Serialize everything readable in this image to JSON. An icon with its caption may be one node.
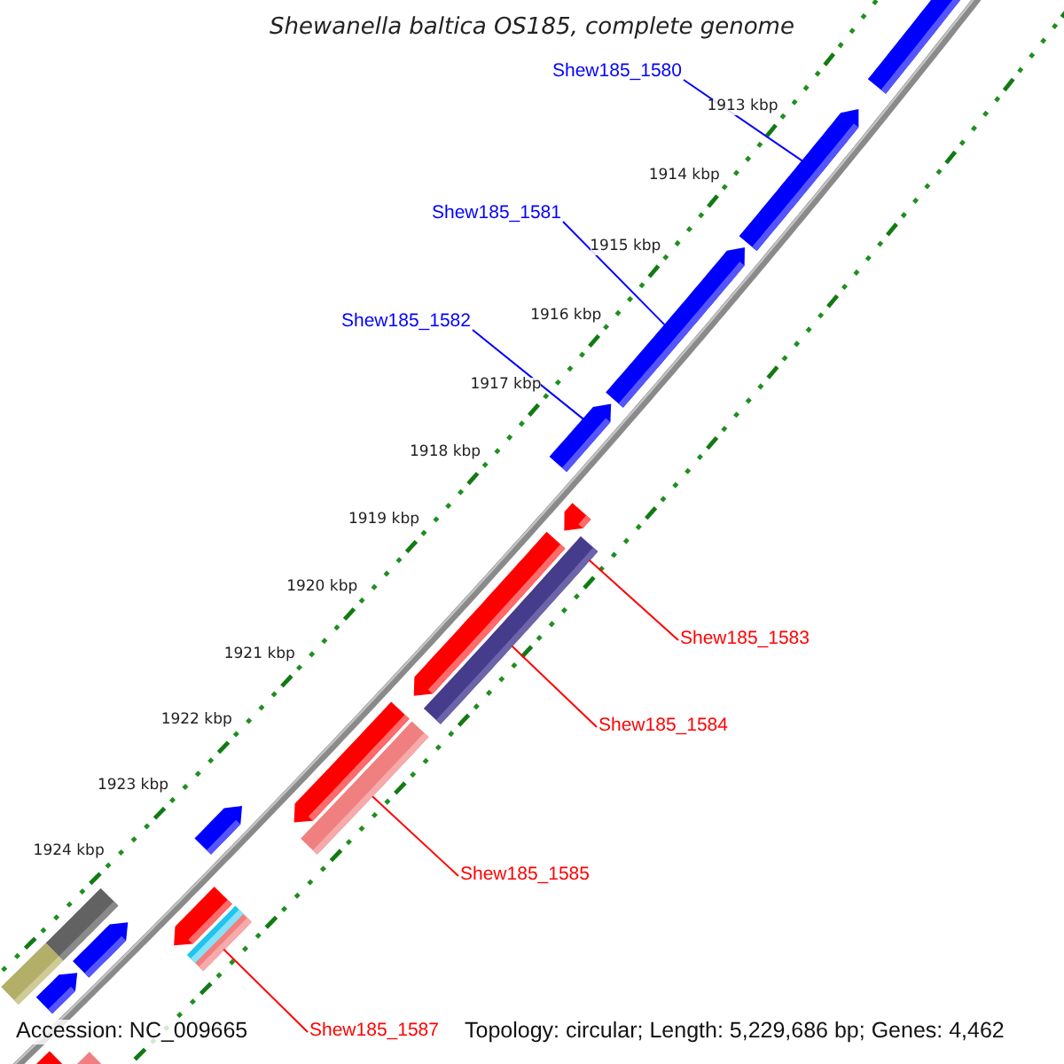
{
  "diagram": {
    "title": "Shewanella baltica OS185, complete genome",
    "nodes": [
      {
        "text": [
          "Shew185_1580"
        ]
      },
      {
        "text": [
          "Shew185_1581"
        ]
      },
      {
        "text": [
          "Shew185_1582"
        ]
      },
      {
        "text": [
          "Shew185_1583"
        ]
      },
      {
        "text": [
          "Shew185_1584"
        ]
      },
      {
        "text": [
          "Shew185_1585"
        ]
      },
      {
        "text": [
          "Shew185_1587"
        ]
      },
      {
        "text": [],
        "shape": "bar"
      },
      {
        "text": [],
        "shape": "arrow"
      },
      {
        "text": [],
        "shape": "arrow"
      },
      {
        "text": [],
        "shape": "arrow"
      },
      {
        "text": [],
        "shape": "arrow"
      },
      {
        "text": [],
        "shape": "arrow"
      },
      {
        "text": [],
        "shape": "bar"
      },
      {
        "text": [],
        "shape": "arrow"
      },
      {
        "text": [],
        "shape": "bar"
      },
      {
        "text": [],
        "shape": "arrow"
      },
      {
        "text": [],
        "shape": "arrow"
      },
      {
        "text": [],
        "shape": "bar"
      },
      {
        "text": [],
        "shape": "bar"
      },
      {
        "text": [],
        "shape": "bar"
      },
      {
        "text": [],
        "shape": "arrow"
      },
      {
        "text": [],
        "shape": "bar"
      },
      {
        "text": [],
        "shape": "arrow"
      },
      {
        "text": [],
        "shape": "arrow"
      },
      {
        "text": [],
        "shape": "bar"
      }
    ],
    "edges": [
      {
        "from": 0,
        "to": 8,
        "arrow": "none",
        "color": "#0000ff"
      },
      {
        "from": 1,
        "to": 9,
        "arrow": "none",
        "color": "#0000ff"
      },
      {
        "from": 2,
        "to": 10,
        "arrow": "none",
        "color": "#0000ff"
      },
      {
        "from": 3,
        "to": 13,
        "arrow": "none"
      },
      {
        "from": 4,
        "to": 13,
        "arrow": "none"
      },
      {
        "from": 5,
        "to": 15,
        "arrow": "none"
      },
      {
        "from": 6,
        "to": 20,
        "arrow": "none"
      }
    ],
    "labels": [
      "1913 kbp",
      "1914 kbp",
      "1915 kbp",
      "1916 kbp",
      "1917 kbp",
      "1918 kbp",
      "1919 kbp",
      "1920 kbp",
      "1921 kbp",
      "1922 kbp",
      "1923 kbp",
      "1924 kbp",
      "Accession: NC_009665",
      "Topology: circular; Length: 5,229,686 bp; Genes: 4,462"
    ]
  }
}
